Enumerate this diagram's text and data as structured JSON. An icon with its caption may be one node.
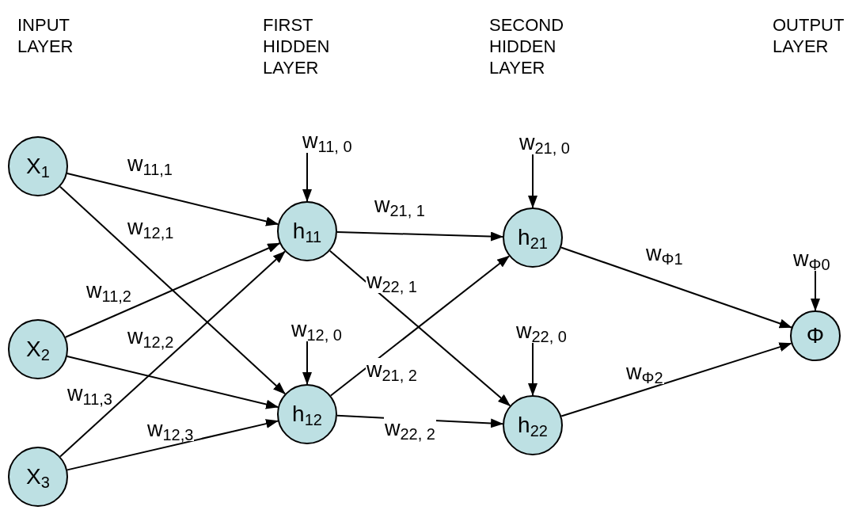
{
  "diagram": {
    "nodes": [
      {
        "text": [
          "X$_{1}$"
        ]
      },
      {
        "text": [
          "X$_{2}$"
        ]
      },
      {
        "text": [
          "X$_{3}$"
        ]
      },
      {
        "text": [
          "h$_{11}$"
        ]
      },
      {
        "text": [
          "h$_{12}$"
        ]
      },
      {
        "text": [
          "h$_{21}$"
        ]
      },
      {
        "text": [
          "h$_{22}$"
        ]
      },
      {
        "text": [
          "Φ"
        ]
      },
      {
        "text": [
          "w$_{11, 0}$"
        ]
      },
      {
        "text": [
          "w$_{12, 0}$"
        ]
      },
      {
        "text": [
          "w$_{21, 0}$"
        ]
      },
      {
        "text": [
          "w$_{22, 0}$"
        ]
      },
      {
        "text": [
          "w$_{Φ0}$"
        ]
      }
    ],
    "edges": [
      {
        "from": 0,
        "to": 3,
        "arrow": "to",
        "label": "w$_{11,1}$"
      },
      {
        "from": 0,
        "to": 4,
        "arrow": "to",
        "label": "w$_{12,1}$"
      },
      {
        "from": 1,
        "to": 3,
        "arrow": "to",
        "label": "w$_{11,2}$"
      },
      {
        "from": 1,
        "to": 4,
        "arrow": "to",
        "label": "w$_{12,2}$"
      },
      {
        "from": 2,
        "to": 3,
        "arrow": "to",
        "label": "w$_{11,3}$"
      },
      {
        "from": 2,
        "to": 4,
        "arrow": "to",
        "label": "w$_{12,3}$"
      },
      {
        "from": 3,
        "to": 5,
        "arrow": "to",
        "label": "w$_{21, 1}$"
      },
      {
        "from": 3,
        "to": 6,
        "arrow": "to",
        "label": "w$_{22, 1}$"
      },
      {
        "from": 4,
        "to": 5,
        "arrow": "to",
        "label": "w$_{21, 2}$"
      },
      {
        "from": 4,
        "to": 6,
        "arrow": "to",
        "label": "w$_{22, 2}$"
      },
      {
        "from": 5,
        "to": 7,
        "arrow": "to",
        "label": "w$_{Φ1}$"
      },
      {
        "from": 6,
        "to": 7,
        "arrow": "to",
        "label": "w$_{Φ2}$"
      },
      {
        "from": 8,
        "to": 3,
        "arrow": "to"
      },
      {
        "from": 9,
        "to": 4,
        "arrow": "to"
      },
      {
        "from": 10,
        "to": 5,
        "arrow": "to"
      },
      {
        "from": 11,
        "to": 6,
        "arrow": "to"
      },
      {
        "from": 12,
        "to": 7,
        "arrow": "to"
      }
    ],
    "labels": [
      "INPUT LAYER",
      "FIRST HIDDEN LAYER",
      "SECOND HIDDEN LAYER",
      "OUTPUT LAYER"
    ]
  }
}
